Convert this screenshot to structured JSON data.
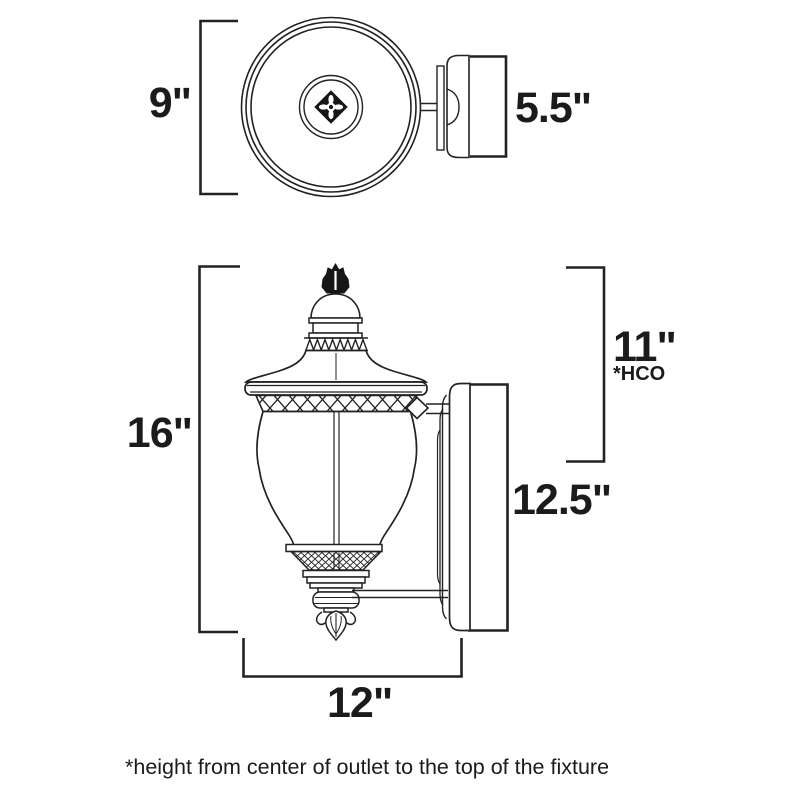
{
  "page": {
    "background": "#ffffff",
    "line_color": "#222222",
    "text_color": "#1b1b1b"
  },
  "top_view": {
    "diameter_label": "9\"",
    "projection_label": "5.5\""
  },
  "front_view": {
    "height_label": "16\"",
    "outlet_to_top_label": "11\"",
    "outlet_note": "*HCO",
    "backplate_height_label": "12.5\"",
    "width_label": "12\""
  },
  "footnote": "*height from center of outlet to the top of the fixture"
}
